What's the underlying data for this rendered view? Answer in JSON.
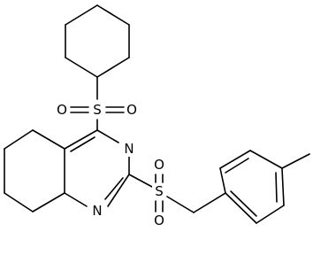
{
  "atoms": {
    "s_top": "S",
    "o_top_left": "O",
    "o_top_right": "O",
    "n_ring_top": "N",
    "n_ring_bottom": "N",
    "s_bottom": "S",
    "o_bottom_top": "O",
    "o_bottom_bottom": "O"
  }
}
